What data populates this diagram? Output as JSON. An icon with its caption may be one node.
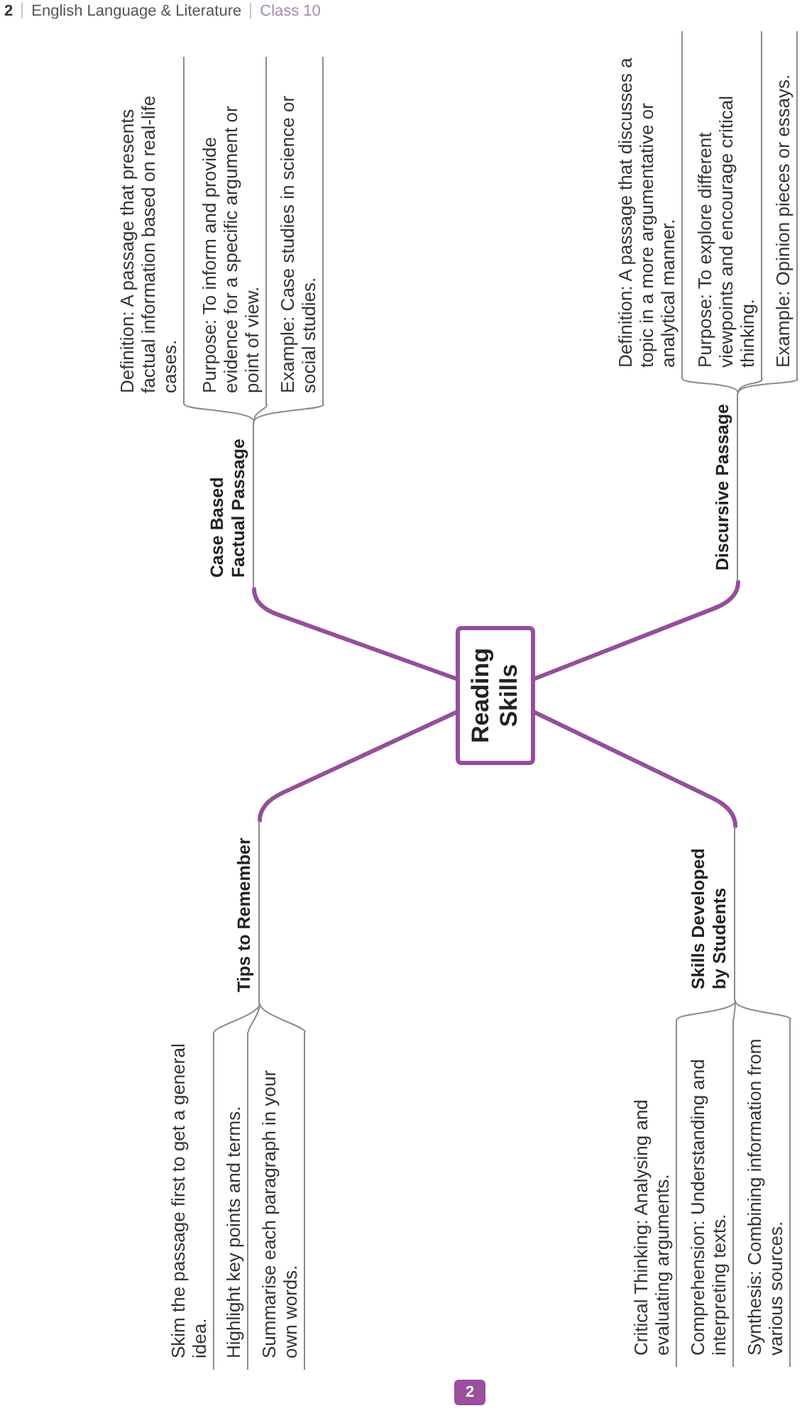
{
  "diagram": {
    "nodes": [
      {
        "text": [
          "Reading Skills"
        ]
      },
      {
        "text": [
          "Case Based Factual Passage"
        ]
      },
      {
        "text": [
          "Definition: A passage that presents factual information based on real-life cases."
        ]
      },
      {
        "text": [
          "Purpose: To inform and provide evidence for a specific argument or point of view."
        ]
      },
      {
        "text": [
          "Example: Case studies in science or social studies."
        ]
      },
      {
        "text": [
          "Discursive Passage"
        ]
      },
      {
        "text": [
          "Definition: A passage that discusses a topic in a more argumentative or analytical manner."
        ]
      },
      {
        "text": [
          "Purpose: To explore different viewpoints and encourage critical thinking."
        ]
      },
      {
        "text": [
          "Example: Opinion pieces or essays."
        ]
      },
      {
        "text": [
          "Tips to Remember"
        ]
      },
      {
        "text": [
          "Skim the passage first to get a general idea."
        ]
      },
      {
        "text": [
          "Highlight key points and terms."
        ]
      },
      {
        "text": [
          "Summarise each paragraph in your own words."
        ]
      },
      {
        "text": [
          "Skills Developed by Students"
        ]
      },
      {
        "text": [
          "Critical Thinking: Analysing and evaluating arguments."
        ]
      },
      {
        "text": [
          "Comprehension: Understanding and interpreting texts."
        ]
      },
      {
        "text": [
          "Synthesis: Combining information from various sources."
        ]
      }
    ],
    "edges": [
      {
        "from": 0,
        "to": 1,
        "arrow": "none",
        "style": "thick",
        "color": "#944f9a"
      },
      {
        "from": 1,
        "to": 2,
        "arrow": "none"
      },
      {
        "from": 1,
        "to": 3,
        "arrow": "none"
      },
      {
        "from": 1,
        "to": 4,
        "arrow": "none"
      },
      {
        "from": 0,
        "to": 5,
        "arrow": "none",
        "style": "thick",
        "color": "#944f9a"
      },
      {
        "from": 5,
        "to": 6,
        "arrow": "none"
      },
      {
        "from": 5,
        "to": 7,
        "arrow": "none"
      },
      {
        "from": 5,
        "to": 8,
        "arrow": "none"
      },
      {
        "from": 0,
        "to": 9,
        "arrow": "none",
        "style": "thick",
        "color": "#944f9a"
      },
      {
        "from": 9,
        "to": 10,
        "arrow": "none"
      },
      {
        "from": 9,
        "to": 11,
        "arrow": "none"
      },
      {
        "from": 9,
        "to": 12,
        "arrow": "none"
      },
      {
        "from": 0,
        "to": 13,
        "arrow": "none",
        "style": "thick",
        "color": "#944f9a"
      },
      {
        "from": 13,
        "to": 14,
        "arrow": "none"
      },
      {
        "from": 13,
        "to": 15,
        "arrow": "none"
      },
      {
        "from": 13,
        "to": 16,
        "arrow": "none"
      }
    ],
    "labels": [
      "2",
      "English Language & Literature",
      "Class 10",
      "2"
    ]
  }
}
